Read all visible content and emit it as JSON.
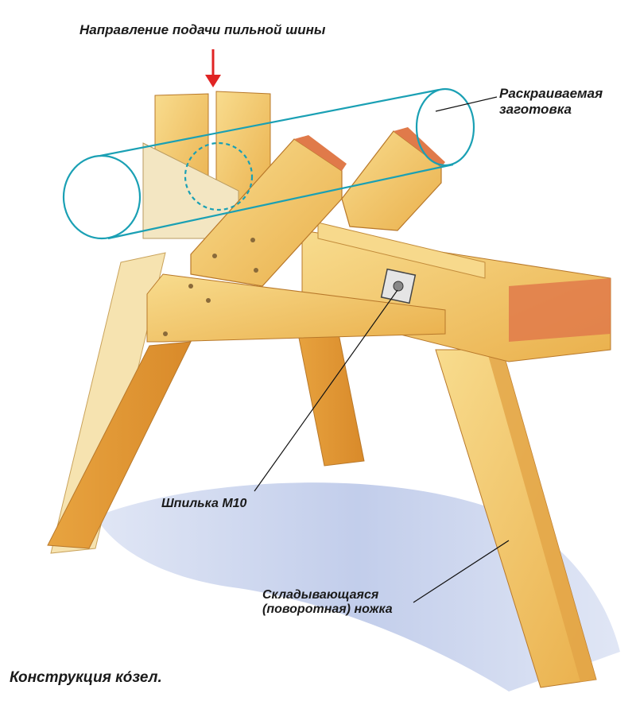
{
  "labels": {
    "feed_direction": "Направление подачи пильной шины",
    "workpiece_line1": "Раскраиваемая",
    "workpiece_line2": "заготовка",
    "stud": "Шпилька М10",
    "leg_line1": "Складывающаяся",
    "leg_line2": "(поворотная) ножка",
    "caption": "Конструкция ко́зел."
  },
  "colors": {
    "wood_light": "#f4d27e",
    "wood_mid": "#eebb55",
    "wood_dark": "#d98f2e",
    "wood_end": "#e07a4a",
    "workpiece_outline": "#1aa0b4",
    "arrow": "#e02424",
    "shadow": "#b8c6e6",
    "leader": "#111111"
  }
}
